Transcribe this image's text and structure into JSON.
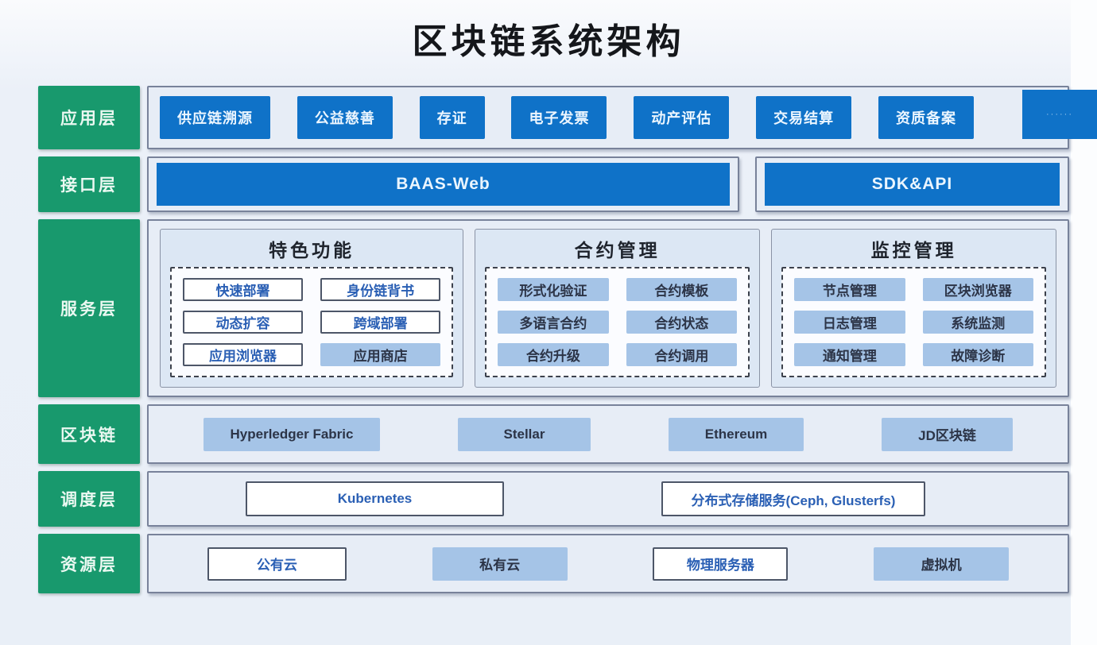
{
  "title": "区块链系统架构",
  "colors": {
    "layer_green": "#18996d",
    "box_blue": "#0f72c8",
    "box_light_blue": "#a5c4e7",
    "panel_bg": "#e7edf6"
  },
  "layers": [
    {
      "label": "应用层",
      "items": [
        "供应链溯源",
        "公益慈善",
        "存证",
        "电子发票",
        "动产评估",
        "交易结算",
        "资质备案"
      ],
      "more": "······"
    },
    {
      "label": "接口层",
      "items": [
        "BAAS-Web",
        "SDK&API"
      ]
    },
    {
      "label": "服务层",
      "groups": [
        {
          "title": "特色功能",
          "items": [
            "快速部署",
            "身份链背书",
            "动态扩容",
            "跨域部署",
            "应用浏览器",
            "应用商店"
          ]
        },
        {
          "title": "合约管理",
          "items": [
            "形式化验证",
            "合约模板",
            "多语言合约",
            "合约状态",
            "合约升级",
            "合约调用"
          ]
        },
        {
          "title": "监控管理",
          "items": [
            "节点管理",
            "区块浏览器",
            "日志管理",
            "系统监测",
            "通知管理",
            "故障诊断"
          ]
        }
      ]
    },
    {
      "label": "区块链",
      "items": [
        "Hyperledger Fabric",
        "Stellar",
        "Ethereum",
        "JD区块链"
      ]
    },
    {
      "label": "调度层",
      "items": [
        "Kubernetes",
        "分布式存储服务(Ceph, Glusterfs)"
      ]
    },
    {
      "label": "资源层",
      "items": [
        "公有云",
        "私有云",
        "物理服务器",
        "虚拟机"
      ]
    }
  ]
}
